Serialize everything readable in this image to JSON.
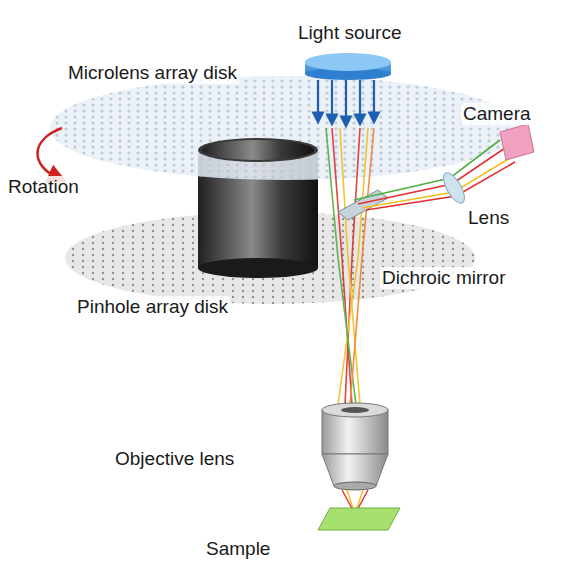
{
  "diagram": {
    "labels": [
      "Light source",
      "Microlens array disk",
      "Camera",
      "Rotation",
      "Lens",
      "Dichroic mirror",
      "Pinhole array disk",
      "Objective lens",
      "Sample"
    ]
  }
}
